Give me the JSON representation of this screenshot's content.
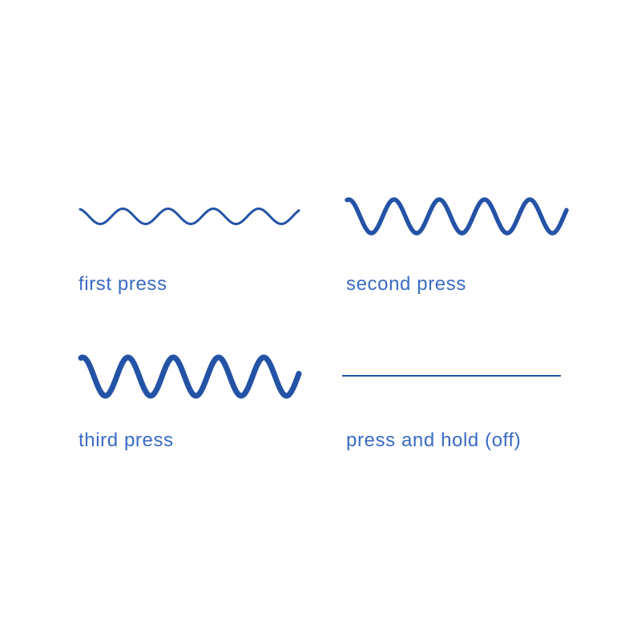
{
  "colors": {
    "wave": "#2453A6",
    "text": "#3A6BC3",
    "background": "#FFFFFF"
  },
  "modes": [
    {
      "label": "first press",
      "intensity": "low"
    },
    {
      "label": "second press",
      "intensity": "medium"
    },
    {
      "label": "third press",
      "intensity": "high"
    },
    {
      "label": "press and hold (off)",
      "intensity": "off"
    }
  ]
}
